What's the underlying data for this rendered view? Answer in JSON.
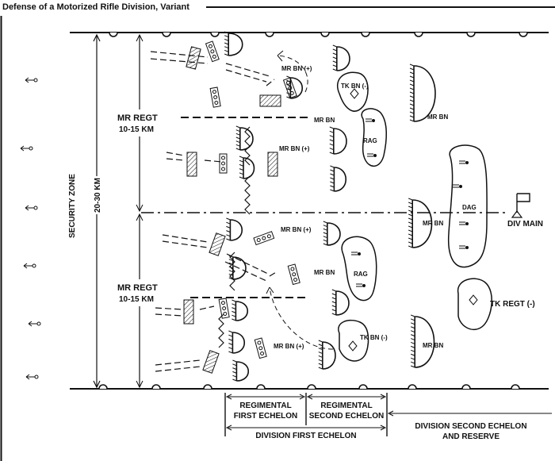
{
  "title": "Defense of a Motorized Rifle Division, Variant",
  "labels": {
    "security_zone": "SECURITY ZONE",
    "division_width": "20-30 KM",
    "mr_regt": "MR REGT",
    "regt_width": "10-15 KM",
    "mr_bn_plus": "MR BN (+)",
    "mr_bn": "MR BN",
    "tk_bn_minus": "TK BN (-)",
    "rag": "RAG",
    "dag": "DAG",
    "div_main": "DIV MAIN",
    "tk_regt_minus": "TK REGT (-)"
  },
  "echelons": {
    "regimental_first": [
      "REGIMENTAL",
      "FIRST ECHELON"
    ],
    "regimental_second": [
      "REGIMENTAL",
      "SECOND ECHELON"
    ],
    "division_first": "DIVISION FIRST ECHELON",
    "division_second": [
      "DIVISION SECOND ECHELON",
      "AND RESERVE"
    ]
  }
}
